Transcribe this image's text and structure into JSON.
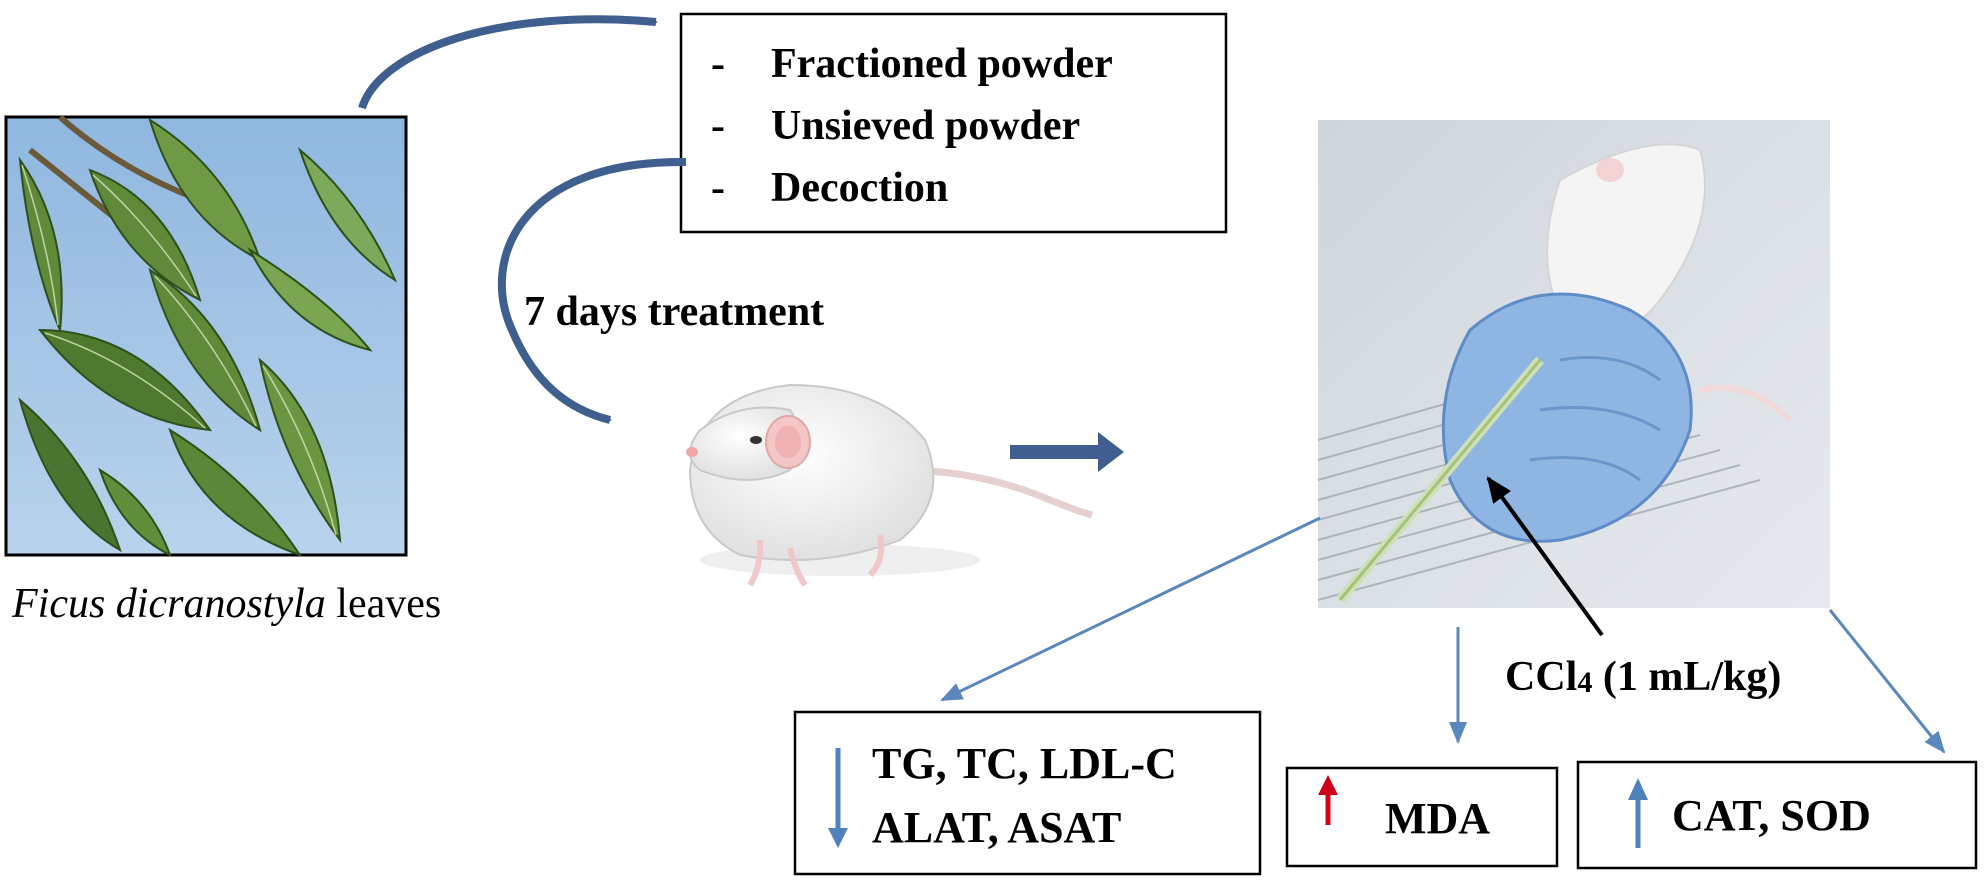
{
  "preparations": {
    "items": [
      "Fractioned powder",
      "Unsieved powder",
      "Decoction"
    ],
    "bullet": "-"
  },
  "treatment_label": "7 days treatment",
  "plant_caption": {
    "species": "Ficus dicranostyla",
    "suffix": " leaves"
  },
  "injection": {
    "prefix": "CCl",
    "subscript": "4",
    "dose": " (1 mL/kg)"
  },
  "outcomes": {
    "lipids_liver": {
      "line1": "TG, TC, LDL-C",
      "line2": "ALAT, ASAT",
      "direction": "down",
      "color": "#4f81bd"
    },
    "mda": {
      "label": "MDA",
      "direction": "up",
      "color": "#d0021b"
    },
    "antioxidant": {
      "label": "CAT, SOD",
      "direction": "up",
      "color": "#4f81bd"
    }
  },
  "colors": {
    "curve_arrow": "#3f5f8f",
    "thin_arrow": "#5b87bf",
    "thick_arrow": "#3f5f8f"
  }
}
